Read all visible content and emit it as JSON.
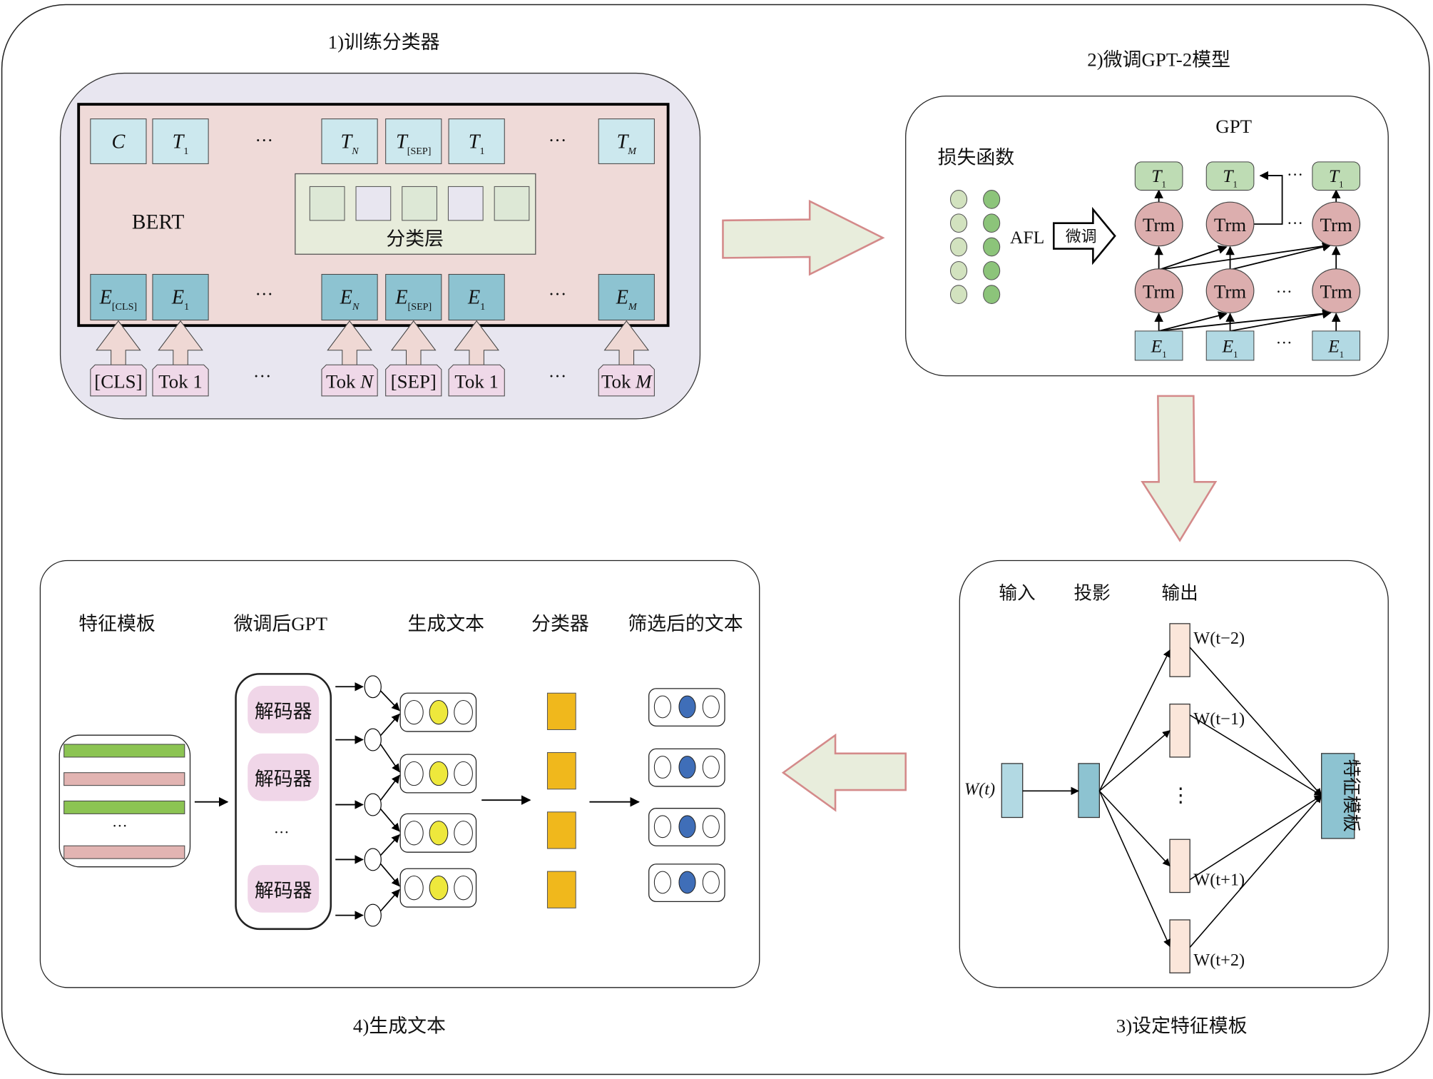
{
  "panel1": {
    "title": "1)训练分类器",
    "model_label": "BERT",
    "classifier_layer_label": "分类层",
    "top_row": [
      {
        "main": "C",
        "sub": ""
      },
      {
        "main": "T",
        "sub": "1"
      },
      {
        "main": "T",
        "sub": "N"
      },
      {
        "main": "T",
        "sub": "[SEP]"
      },
      {
        "main": "T",
        "sub": "1"
      },
      {
        "main": "T",
        "sub": "M"
      }
    ],
    "embed_row": [
      {
        "main": "E",
        "sub": "[CLS]"
      },
      {
        "main": "E",
        "sub": "1"
      },
      {
        "main": "E",
        "sub": "N"
      },
      {
        "main": "E",
        "sub": "[SEP]"
      },
      {
        "main": "E",
        "sub": "1"
      },
      {
        "main": "E",
        "sub": "M"
      }
    ],
    "tokens": [
      {
        "text": "[CLS]",
        "var": ""
      },
      {
        "text": "Tok 1",
        "var": ""
      },
      {
        "text": "Tok ",
        "var": "N"
      },
      {
        "text": "[SEP]",
        "var": ""
      },
      {
        "text": "Tok 1",
        "var": ""
      },
      {
        "text": "Tok ",
        "var": "M"
      }
    ],
    "ellipsis": "···"
  },
  "panel2": {
    "title": "2)微调GPT-2模型",
    "gpt_label": "GPT",
    "loss_label": "损失函数",
    "afl_label": "AFL",
    "finetune_label": "微调",
    "trm_label": "Trm",
    "outputs": [
      {
        "main": "T",
        "sub": "1"
      },
      {
        "main": "T",
        "sub": "1"
      },
      {
        "main": "T",
        "sub": "1"
      }
    ],
    "inputs": [
      {
        "main": "E",
        "sub": "1"
      },
      {
        "main": "E",
        "sub": "1"
      },
      {
        "main": "E",
        "sub": "1"
      }
    ],
    "ellipsis": "···"
  },
  "panel3": {
    "title": "3)设定特征模板",
    "col_input": "输入",
    "col_projection": "投影",
    "col_output": "输出",
    "input_label": "W(t)",
    "outputs": [
      "W(t−2)",
      "W(t−1)",
      "W(t+1)",
      "W(t+2)"
    ],
    "vertical_ellipsis": "⋮",
    "template_label": "特征模板"
  },
  "panel4": {
    "title": "4)生成文本",
    "headers": [
      "特征模板",
      "微调后GPT",
      "生成文本",
      "分类器",
      "筛选后的文本"
    ],
    "decoder_label": "解码器",
    "ellipsis": "···"
  },
  "colors": {
    "bert_outer": "#e8e6f0",
    "bert_inner": "#efdad8",
    "top_token": "#cce8ee",
    "embed_token": "#8dc3d1",
    "classifier_bg": "#e7ecdb",
    "token_input": "#efd8e8",
    "arrow_fill": "#e8eddc",
    "arrow_stroke": "#d48a8a",
    "trm": "#dcaeae",
    "gpt_out": "#bedcb4",
    "gpt_in": "#b2d9e3",
    "yellow": "#eee83c",
    "blue": "#3f6eb8",
    "orange": "#f0b81c",
    "green_bar": "#8cc453",
    "pink_bar": "#e2b4b2",
    "decoder": "#f0d6e8",
    "output_box": "#fbe6da"
  }
}
